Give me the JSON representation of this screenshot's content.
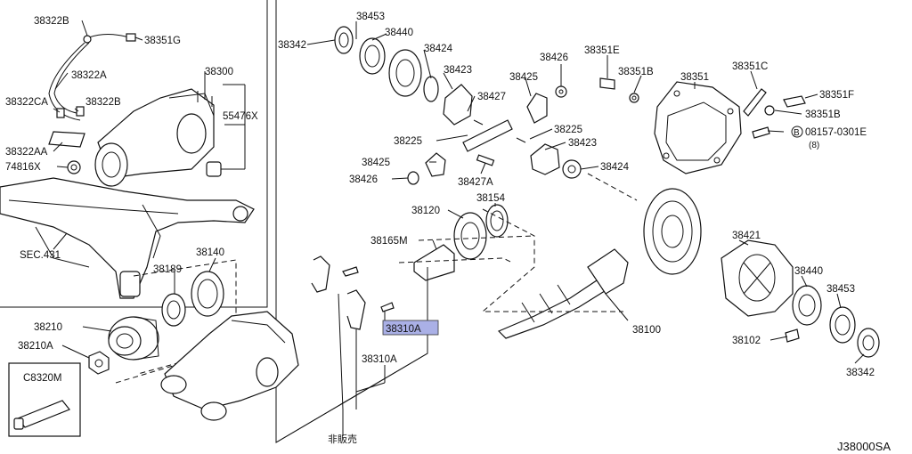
{
  "diagram_code": "J38000SA",
  "not_for_sale_label": "非販売",
  "parts": {
    "p38322B_top": "38322B",
    "p38351G": "38351G",
    "p38322A": "38322A",
    "p38322CA": "38322CA",
    "p38322B_mid": "38322B",
    "p38322AA": "38322AA",
    "p74816X": "74816X",
    "p38300": "38300",
    "p55476X": "55476X",
    "pSEC431": "SEC.431",
    "p38140": "38140",
    "p38189": "38189",
    "p38210": "38210",
    "p38210A": "38210A",
    "pC8320M": "C8320M",
    "p38342_top": "38342",
    "p38453_top": "38453",
    "p38440_top": "38440",
    "p38424_top": "38424",
    "p38423_top": "38423",
    "p38425_top": "38425",
    "p38426_top": "38426",
    "p38427": "38427",
    "p38225_left": "38225",
    "p38225_right": "38225",
    "p38423_mid": "38423",
    "p38424_mid": "38424",
    "p38425_mid": "38425",
    "p38426_mid": "38426",
    "p38427A": "38427A",
    "p38154": "38154",
    "p38120": "38120",
    "p38165M": "38165M",
    "p38310A_hl": "38310A",
    "p38310A": "38310A",
    "p38100": "38100",
    "p38351E": "38351E",
    "p38351B_top": "38351B",
    "p38351": "38351",
    "p38351C": "38351C",
    "p38351F": "38351F",
    "p38351B_right": "38351B",
    "pBolt_circle": "B",
    "pBolt": "08157-0301E",
    "pBolt_qty": "(8)",
    "p38421": "38421",
    "p38440_bot": "38440",
    "p38453_bot": "38453",
    "p38102": "38102",
    "p38342_bot": "38342"
  }
}
